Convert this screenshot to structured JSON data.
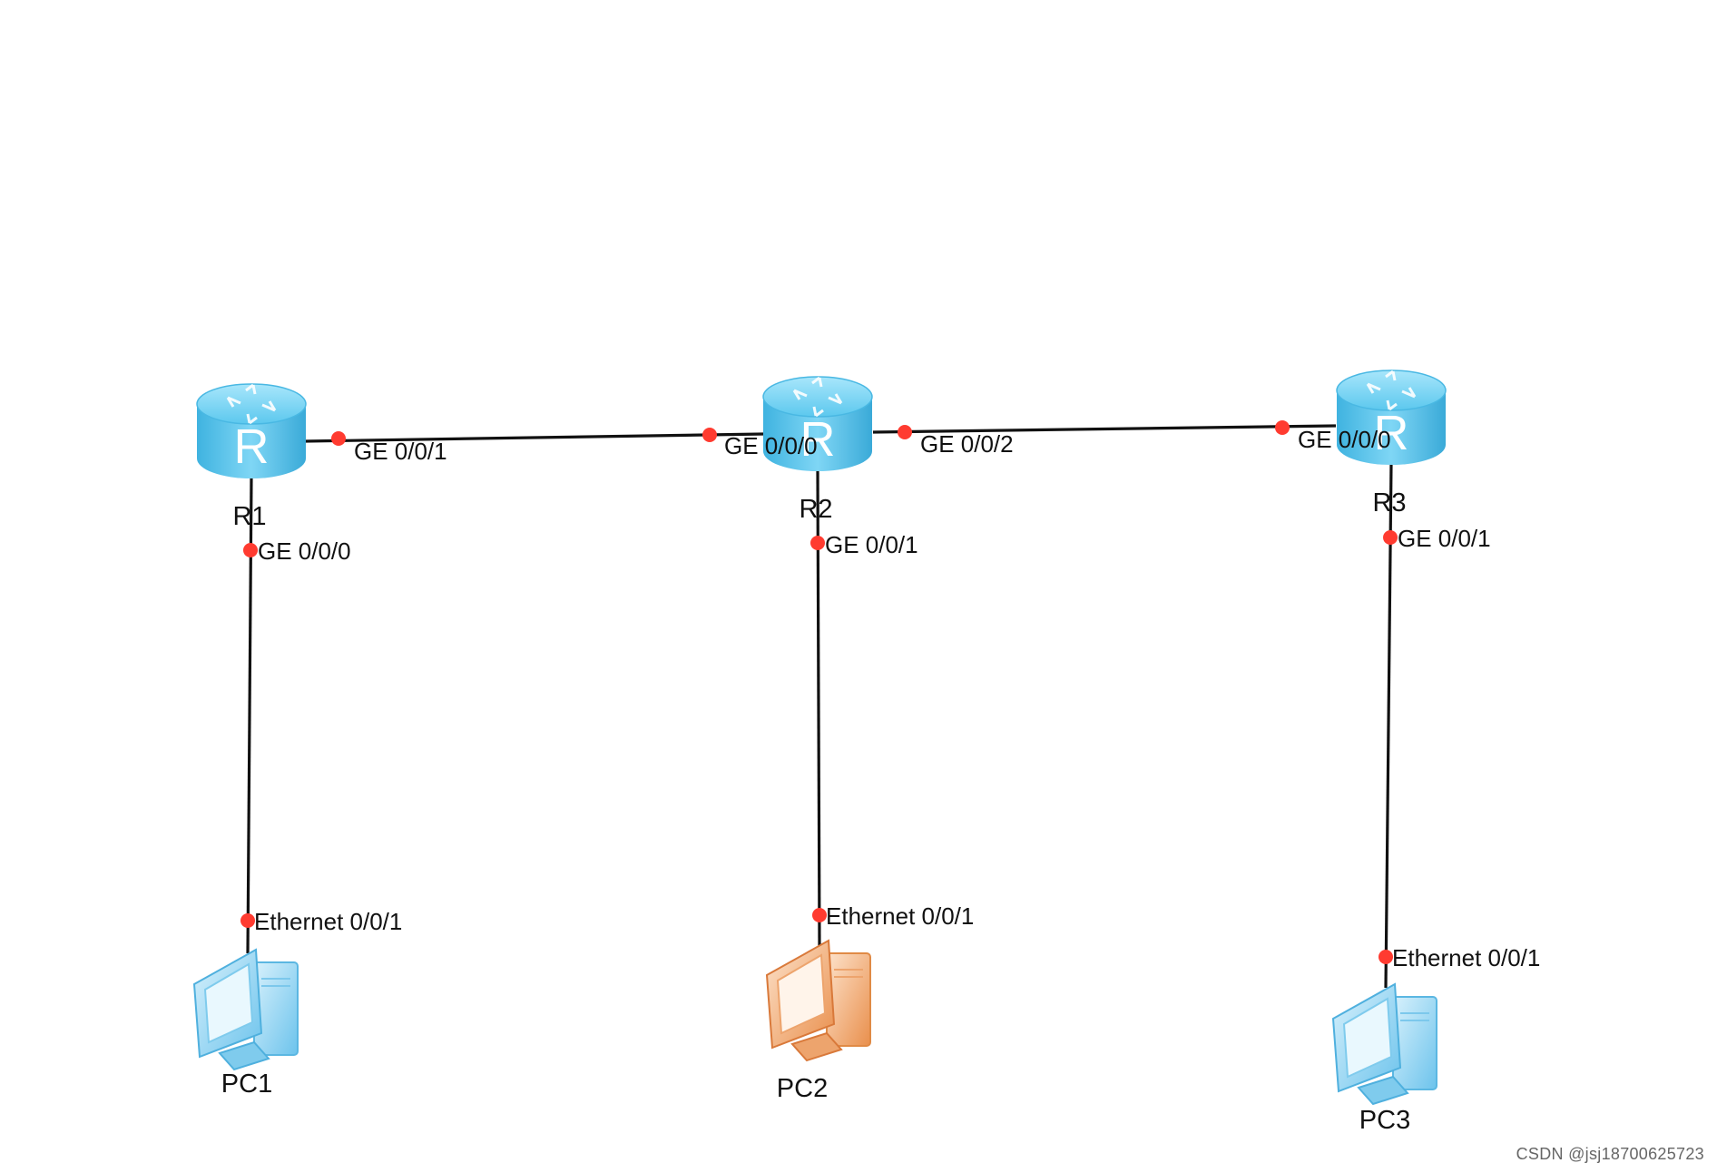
{
  "routers": [
    {
      "id": "r1",
      "name": "R1"
    },
    {
      "id": "r2",
      "name": "R2"
    },
    {
      "id": "r3",
      "name": "R3"
    }
  ],
  "pcs": [
    {
      "id": "pc1",
      "name": "PC1",
      "color": "blue"
    },
    {
      "id": "pc2",
      "name": "PC2",
      "color": "orange"
    },
    {
      "id": "pc3",
      "name": "PC3",
      "color": "blue"
    }
  ],
  "links": [
    {
      "a": "r1",
      "b": "r2",
      "a_port": "GE 0/0/1",
      "b_port": "GE 0/0/0"
    },
    {
      "a": "r2",
      "b": "r3",
      "a_port": "GE 0/0/2",
      "b_port": "GE 0/0/0"
    },
    {
      "a": "r1",
      "b": "pc1",
      "a_port": "GE 0/0/0",
      "b_port": "Ethernet 0/0/1"
    },
    {
      "a": "r2",
      "b": "pc2",
      "a_port": "GE 0/0/1",
      "b_port": "Ethernet 0/0/1"
    },
    {
      "a": "r3",
      "b": "pc3",
      "a_port": "GE 0/0/1",
      "b_port": "Ethernet 0/0/1"
    }
  ],
  "watermark": "CSDN @jsj18700625723",
  "colors": {
    "link": "#111111",
    "port_dot": "#ff3b30",
    "router_body": "#4fc3ea",
    "pc_blue": "#8fd3f2",
    "pc_orange": "#f2a66a"
  }
}
